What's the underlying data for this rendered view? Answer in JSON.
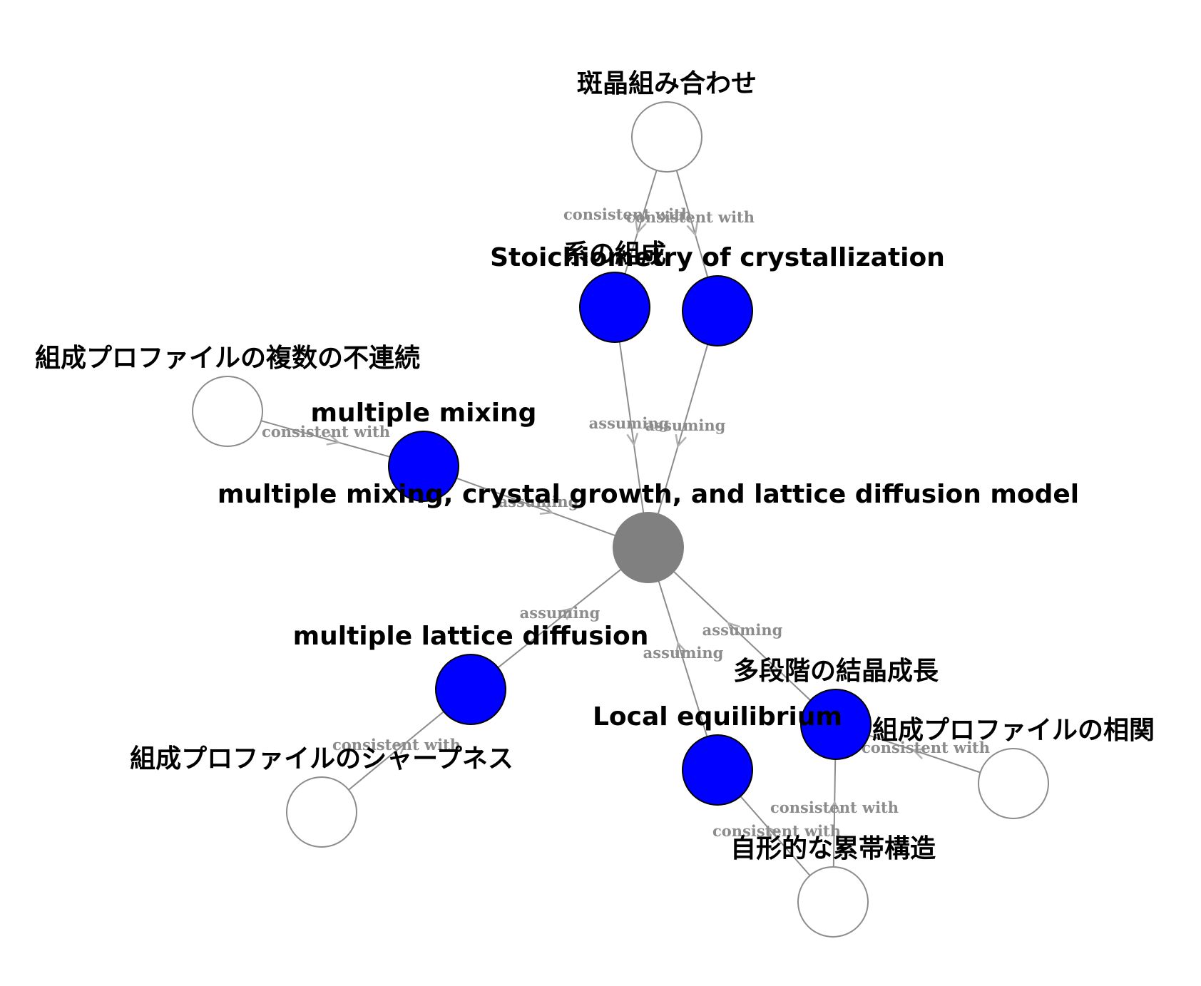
{
  "colors": {
    "center": "#808080",
    "hypothesis": "#0000ff",
    "evidence": "#ffffff",
    "edge": "#8c8c8c"
  },
  "nodes": [
    {
      "id": "center",
      "label": "multiple mixing, crystal growth, and lattice diffusion model",
      "kind": "center"
    },
    {
      "id": "stoich",
      "label": "Stoichiometry of crystallization",
      "kind": "hypothesis"
    },
    {
      "id": "system",
      "label": "系の組成",
      "kind": "hypothesis"
    },
    {
      "id": "mixing",
      "label": "multiple mixing",
      "kind": "hypothesis"
    },
    {
      "id": "lattice",
      "label": "multiple lattice diffusion",
      "kind": "hypothesis"
    },
    {
      "id": "local",
      "label": "Local equilibrium",
      "kind": "hypothesis"
    },
    {
      "id": "growth",
      "label": "多段階の結晶成長",
      "kind": "hypothesis"
    },
    {
      "id": "phenocryst",
      "label": "斑晶組み合わせ",
      "kind": "evidence"
    },
    {
      "id": "discont",
      "label": "組成プロファイルの複数の不連続",
      "kind": "evidence"
    },
    {
      "id": "sharp",
      "label": "組成プロファイルのシャープネス",
      "kind": "evidence"
    },
    {
      "id": "zoning",
      "label": "自形的な累帯構造",
      "kind": "evidence"
    },
    {
      "id": "corr",
      "label": "組成プロファイルの相関",
      "kind": "evidence"
    }
  ],
  "edges": [
    {
      "from": "phenocryst",
      "to": "system",
      "label": "consistent with"
    },
    {
      "from": "phenocryst",
      "to": "stoich",
      "label": "consistent with"
    },
    {
      "from": "system",
      "to": "center",
      "label": "assuming"
    },
    {
      "from": "stoich",
      "to": "center",
      "label": "assuming"
    },
    {
      "from": "discont",
      "to": "mixing",
      "label": "consistent with"
    },
    {
      "from": "mixing",
      "to": "center",
      "label": "assuming"
    },
    {
      "from": "lattice",
      "to": "center",
      "label": "assuming"
    },
    {
      "from": "local",
      "to": "center",
      "label": "assuming"
    },
    {
      "from": "growth",
      "to": "center",
      "label": "assuming"
    },
    {
      "from": "sharp",
      "to": "lattice",
      "label": "consistent with"
    },
    {
      "from": "zoning",
      "to": "local",
      "label": "consistent with"
    },
    {
      "from": "zoning",
      "to": "growth",
      "label": "consistent with"
    },
    {
      "from": "corr",
      "to": "growth",
      "label": "consistent with"
    }
  ]
}
